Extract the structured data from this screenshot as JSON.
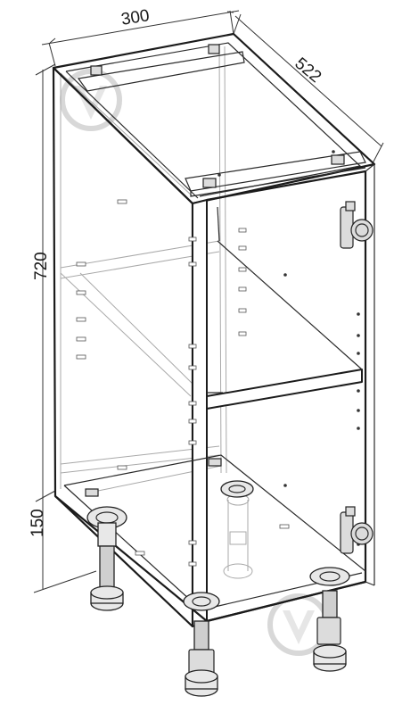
{
  "dimensions": {
    "width": "300",
    "depth": "522",
    "height": "720",
    "leg_height": "150"
  },
  "icons": {
    "watermark": "brand-watermark-icon",
    "leg": "adjustable-leg-icon",
    "hinge": "door-hinge-icon"
  },
  "colors": {
    "line": "#1b1b1b",
    "hidden_line": "#a9a9a9",
    "background": "#ffffff"
  }
}
